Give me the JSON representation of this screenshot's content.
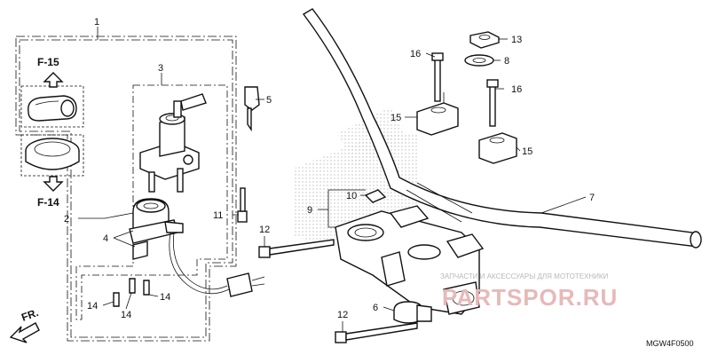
{
  "callouts": {
    "c1": "1",
    "c2": "2",
    "c3": "3",
    "c4": "4",
    "c5": "5",
    "c6": "6",
    "c7": "7",
    "c8": "8",
    "c9": "9",
    "c10": "10",
    "c11": "11",
    "c12a": "12",
    "c12b": "12",
    "c13": "13",
    "c14a": "14",
    "c14b": "14",
    "c14c": "14",
    "c15a": "15",
    "c15b": "15",
    "c16a": "16",
    "c16b": "16"
  },
  "refs": {
    "f15": "F-15",
    "f14": "F-14",
    "fr": "FR."
  },
  "watermark": {
    "tagline": "ЗАПЧАСТИ И АКСЕССУАРЫ ДЛЯ МОТОТЕХНИКИ",
    "logo": "PARTSPOR.RU"
  },
  "diagram_code": "MGW4F0500",
  "colors": {
    "line": "#111111",
    "background": "#ffffff",
    "watermark_logo": "#e8b8b8",
    "watermark_text": "#b8b8b8",
    "hatch": "#c8c8c8"
  }
}
